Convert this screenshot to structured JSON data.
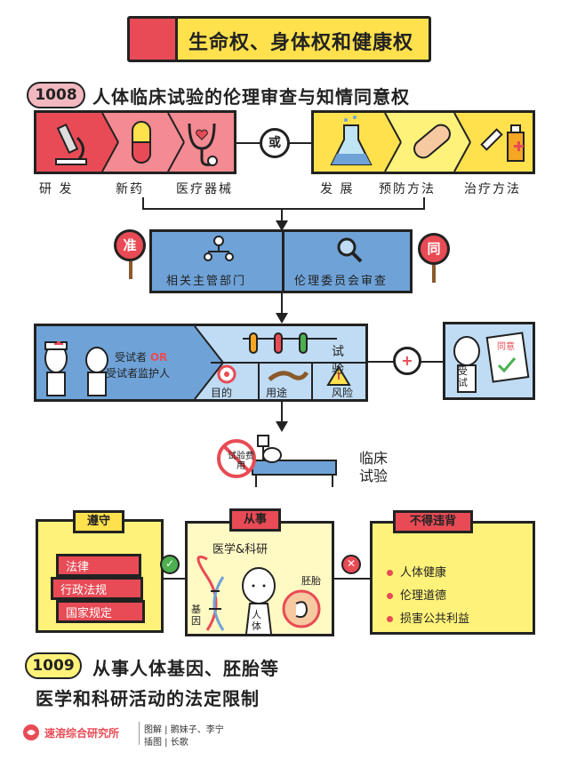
{
  "title": "生命权、身体权和健康权",
  "section1008": {
    "number": "1008",
    "heading": "人体临床试验的伦理审查与知情同意权",
    "left_items": [
      "研 发",
      "新药",
      "医疗器械"
    ],
    "or_label": "或",
    "right_items": [
      "发 展",
      "预防方法",
      "治疗方法"
    ],
    "sign_left": "准",
    "sign_right": "同",
    "approval": [
      "相关主管部门",
      "伦理委员会审查"
    ],
    "subject_text_1": "受试者",
    "subject_or": "OR",
    "subject_text_2": "受试者监护人",
    "trial_label": "试 验",
    "trial_aspects": [
      "目的",
      "用途",
      "风险"
    ],
    "plus_label": "+",
    "consent_sign": "同意",
    "consent_person": "受试",
    "no_fee_label": "试验费用",
    "clinical_trial": "临床试验"
  },
  "section1009": {
    "obey_tag": "遵守",
    "obey_items": [
      "法律",
      "行政法规",
      "国家规定"
    ],
    "engage_tag": "从事",
    "engage_title": "医学&科研",
    "engage_gene": "基因",
    "engage_human": "人体",
    "engage_embryo": "胚胎",
    "forbid_tag": "不得违背",
    "forbid_items": [
      "人体健康",
      "伦理道德",
      "损害公共利益"
    ],
    "number": "1009",
    "heading_line1": "从事人体基因、胚胎等",
    "heading_line2": "医学和科研活动的法定限制"
  },
  "footer": {
    "org": "速溶综合研究所",
    "line1": "图解 | 鹅妹子、李宁",
    "line2": "插图 | 长歌"
  },
  "colors": {
    "red": "#e84b55",
    "yellow": "#ffe14d",
    "blue": "#6fa3d8",
    "green": "#4caf50"
  }
}
